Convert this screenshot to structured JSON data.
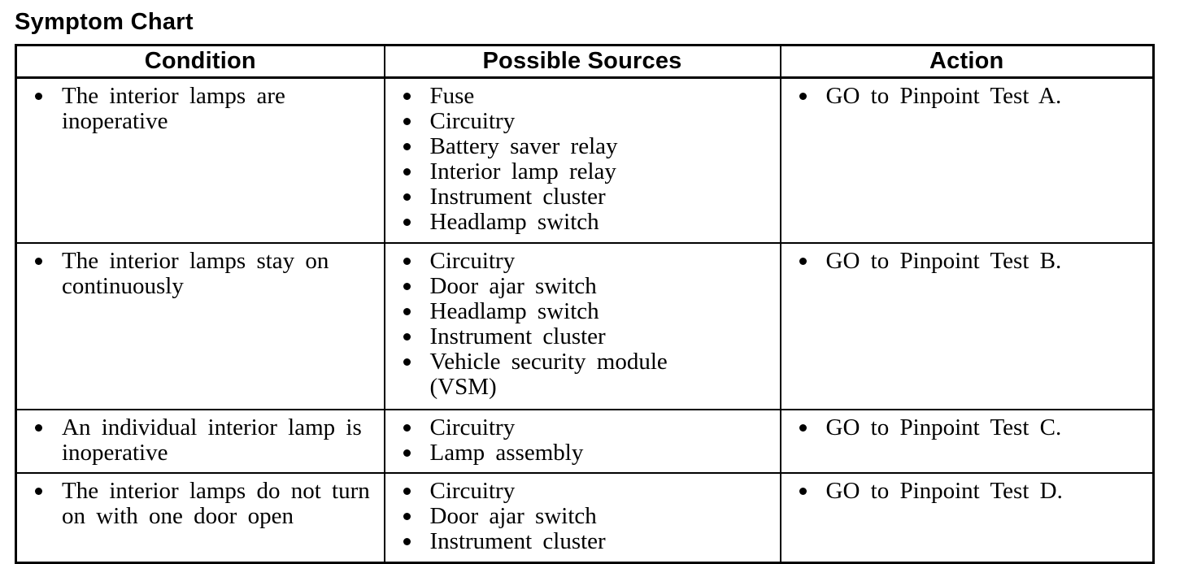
{
  "title": "Symptom Chart",
  "table": {
    "headers": [
      "Condition",
      "Possible Sources",
      "Action"
    ],
    "rows": [
      {
        "condition": [
          "The interior lamps are\ninoperative"
        ],
        "sources": [
          "Fuse",
          "Circuitry",
          "Battery saver relay",
          "Interior lamp relay",
          "Instrument cluster",
          "Headlamp switch"
        ],
        "action": [
          "GO to Pinpoint Test A."
        ]
      },
      {
        "condition": [
          "The interior lamps stay on\ncontinuously"
        ],
        "sources": [
          "Circuitry",
          "Door ajar switch",
          "Headlamp switch",
          "Instrument cluster",
          "Vehicle security module\n(VSM)"
        ],
        "action": [
          "GO to Pinpoint Test B."
        ]
      },
      {
        "condition": [
          "An individual interior lamp is\ninoperative"
        ],
        "sources": [
          "Circuitry",
          "Lamp assembly"
        ],
        "action": [
          "GO to Pinpoint Test C."
        ]
      },
      {
        "condition": [
          "The interior lamps do not turn\non with one door open"
        ],
        "sources": [
          "Circuitry",
          "Door ajar switch",
          "Instrument cluster"
        ],
        "action": [
          "GO to Pinpoint Test D."
        ]
      }
    ]
  }
}
